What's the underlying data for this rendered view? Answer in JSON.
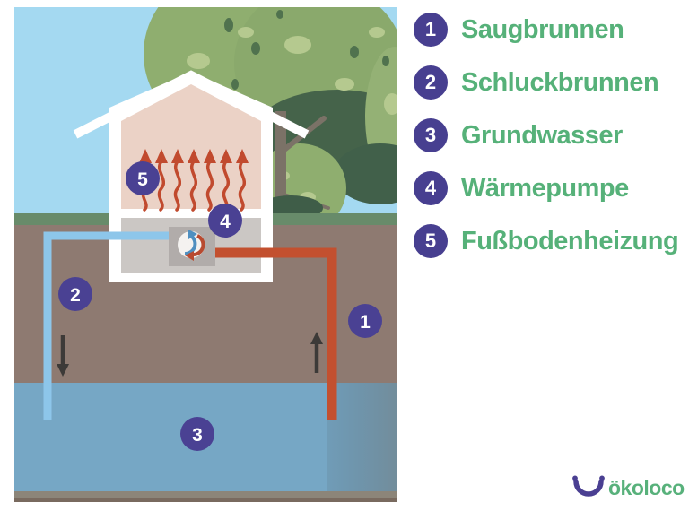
{
  "legend": {
    "items": [
      {
        "number": "1",
        "label": "Saugbrunnen"
      },
      {
        "number": "2",
        "label": "Schluckbrunnen"
      },
      {
        "number": "3",
        "label": "Grundwasser"
      },
      {
        "number": "4",
        "label": "Wärmepumpe"
      },
      {
        "number": "5",
        "label": "Fußbodenheizung"
      }
    ],
    "badge_color": "#473f90",
    "label_color": "#56b179"
  },
  "diagram": {
    "badges": [
      {
        "number": "1"
      },
      {
        "number": "2"
      },
      {
        "number": "3"
      },
      {
        "number": "4"
      },
      {
        "number": "5"
      }
    ],
    "colors": {
      "sky": "#a4d9f1",
      "grass": "#688b6a",
      "soil": "#8e7a71",
      "groundwater": "#76a7c5",
      "house_wall": "#ffffff",
      "living_room": "#ebd2c6",
      "basement": "#cbc7c4",
      "heat_pump_unit": "#b1acaa",
      "warm_pipe": "#c3502f",
      "cold_pipe": "#8dc6ea",
      "heat_arrows": "#c14a2e",
      "flow_arrows": "#3d3a38",
      "badge": "#4a4193",
      "tree_green": "#8fae6f",
      "tree_dark_green": "#41604a",
      "trunk": "#7b7267"
    }
  },
  "logo": {
    "text": "ökoloco",
    "smiley_color": "#4a3f92",
    "text_color": "#58b17b"
  }
}
